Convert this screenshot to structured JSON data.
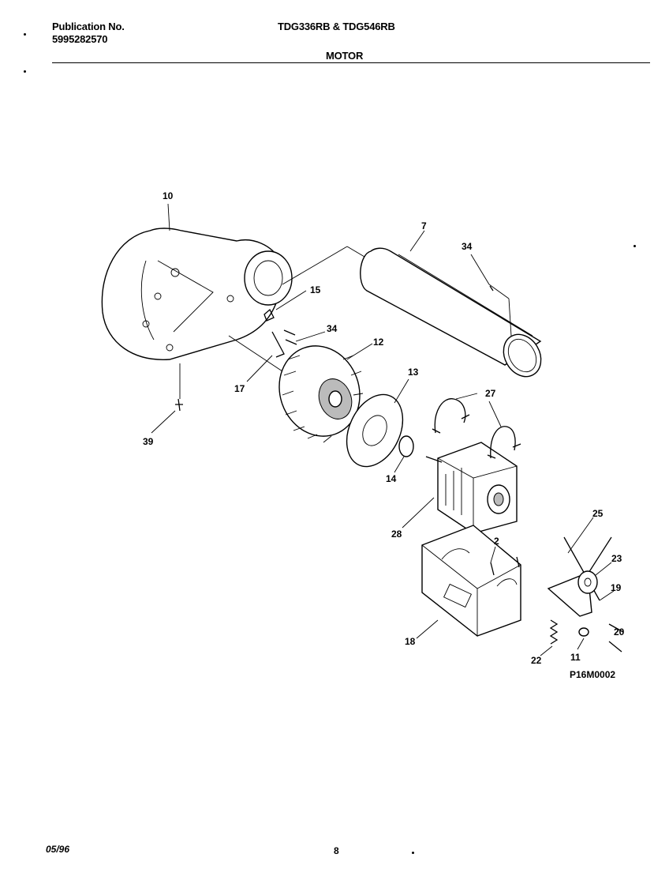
{
  "header": {
    "publication_label": "Publication No.",
    "publication_number": "5995282570",
    "models": "TDG336RB & TDG546RB",
    "section_title": "MOTOR"
  },
  "diagram": {
    "callouts": {
      "c10": "10",
      "c7": "7",
      "c34a": "34",
      "c15": "15",
      "c34b": "34",
      "c12": "12",
      "c17": "17",
      "c13": "13",
      "c27": "27",
      "c39": "39",
      "c14": "14",
      "c28": "28",
      "c25": "25",
      "c2": "2",
      "c23": "23",
      "c19": "19",
      "c20": "20",
      "c18": "18",
      "c22": "22",
      "c11": "11"
    },
    "figure_code": "P16M0002"
  },
  "footer": {
    "date": "05/96",
    "page_number": "8"
  }
}
